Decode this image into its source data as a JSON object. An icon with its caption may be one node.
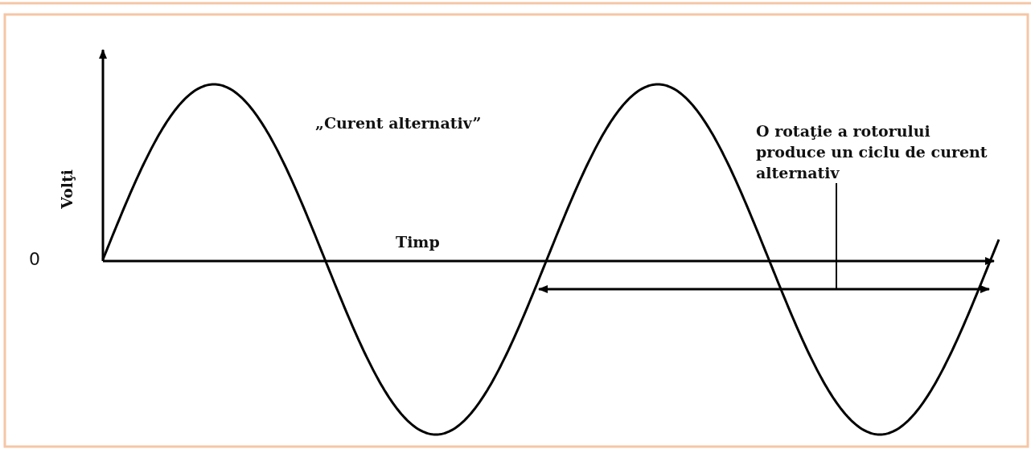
{
  "diagram": {
    "nodes": [
      {
        "text": [
          "O rotaţie a rotorului produce un ciclu de curent alternativ"
        ]
      },
      {
        "text": [],
        "shape": "bar"
      }
    ],
    "edges": [
      {
        "from": 0,
        "to": 1,
        "arrow": "none"
      }
    ],
    "labels": [
      "„Curent alternativ”",
      "Volţi",
      "Timp",
      "0"
    ]
  }
}
